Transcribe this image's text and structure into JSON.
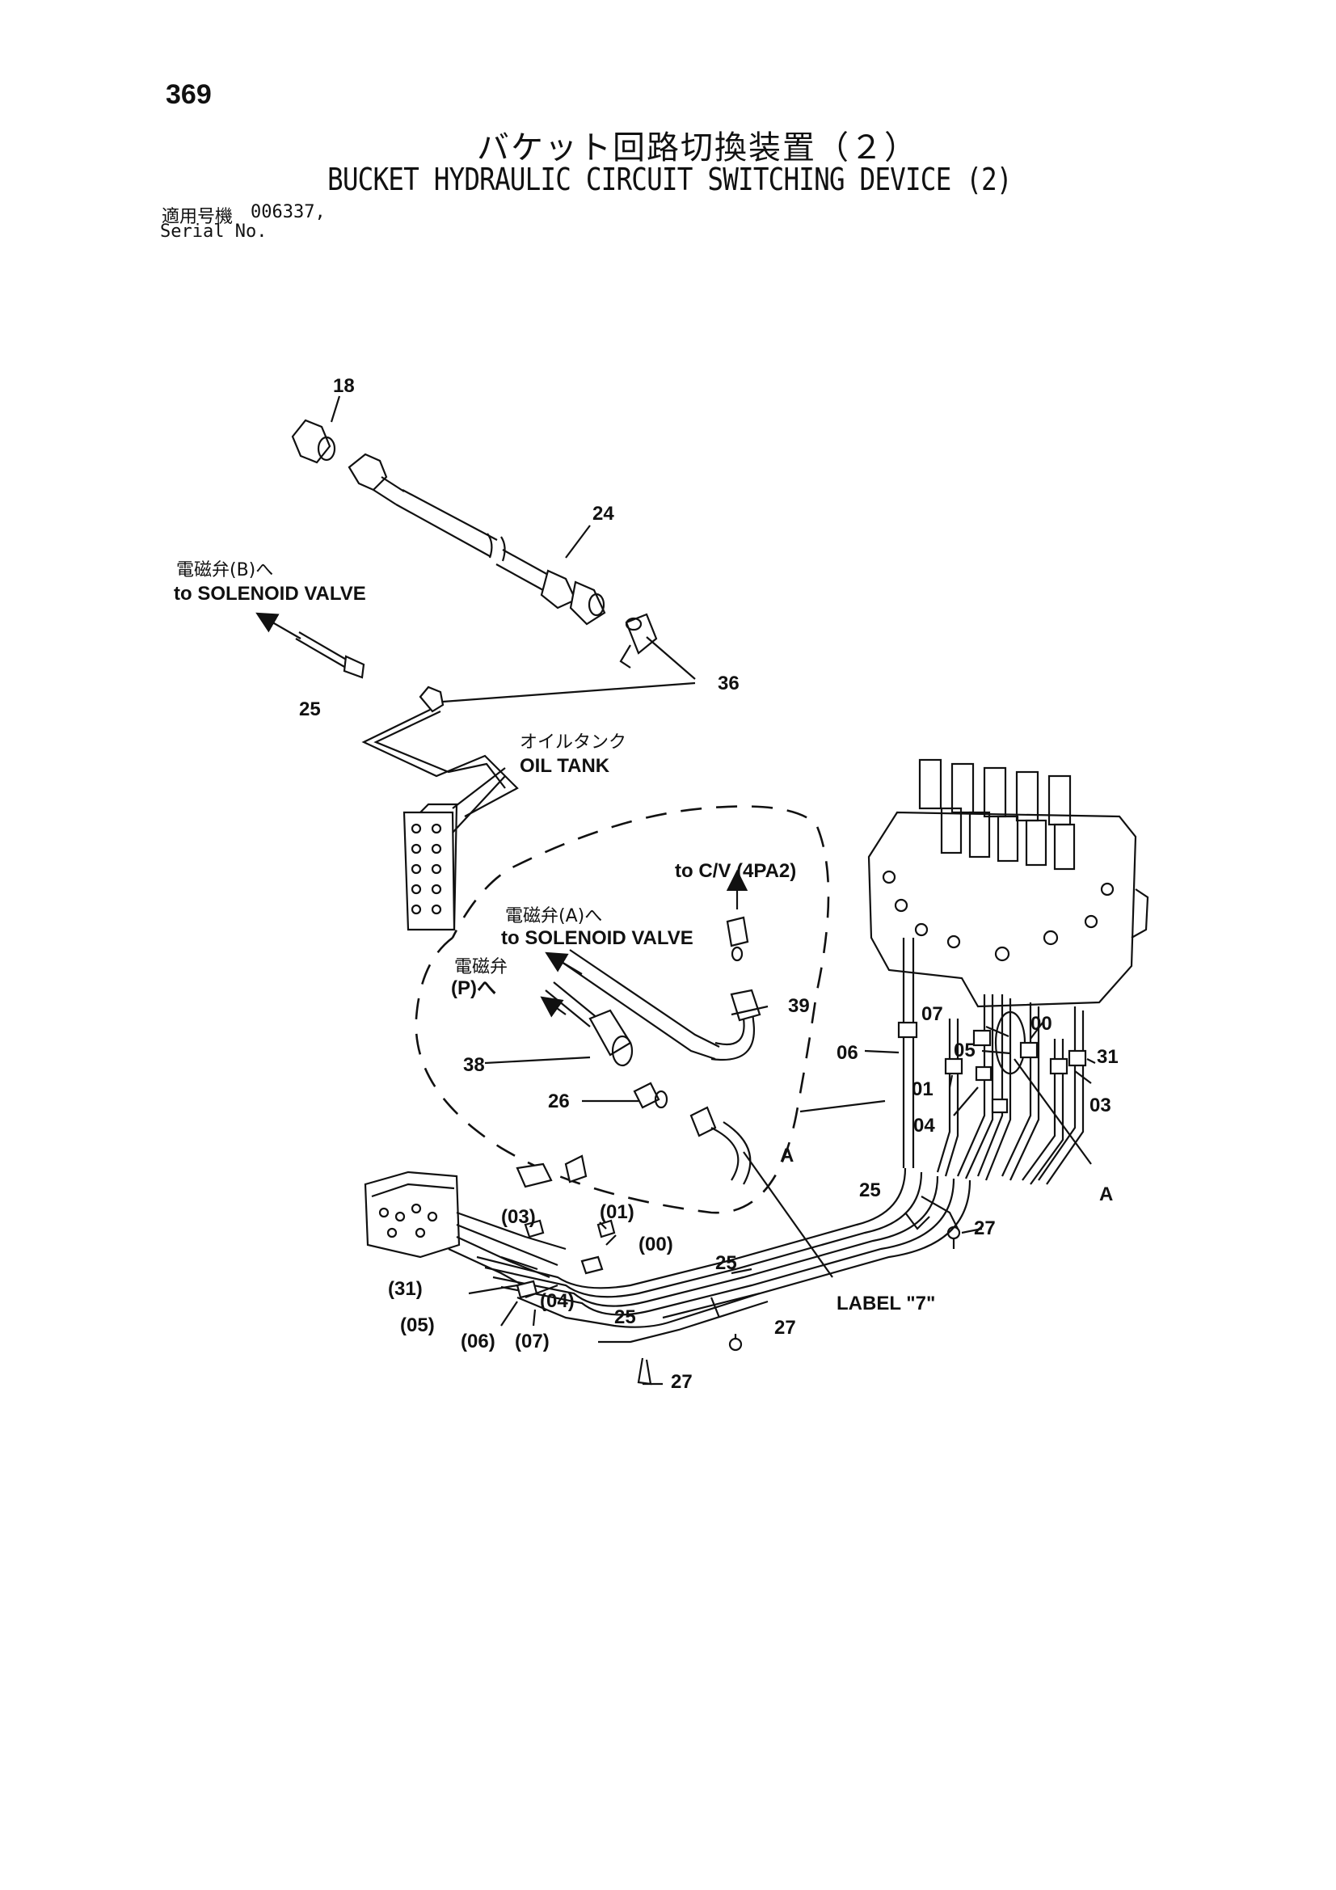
{
  "header": {
    "page_number": "369",
    "title_jp": "バケット回路切換装置（２）",
    "title_en": "BUCKET HYDRAULIC CIRCUIT SWITCHING DEVICE (2)",
    "serial_label_jp": "適用号機",
    "serial_label_en": "Serial No.",
    "serial_value": "006337,"
  },
  "notes": {
    "solenoid_b_jp": "電磁弁(B)へ",
    "solenoid_b_en": "to SOLENOID VALVE",
    "oil_tank_jp": "オイルタンク",
    "oil_tank_en": "OIL TANK",
    "cv_port": "to C/V (4PA2)",
    "solenoid_a_jp": "電磁弁(A)へ",
    "solenoid_a_en": "to SOLENOID VALVE",
    "solenoid_p_jp1": "電磁弁",
    "solenoid_p_jp2": "(P)へ",
    "label_7": "LABEL \"7\""
  },
  "callouts": {
    "c18": "18",
    "c24": "24",
    "c36": "36",
    "c25a": "25",
    "c39": "39",
    "c38": "38",
    "c26": "26",
    "cA1": "A",
    "c07": "07",
    "c05": "05",
    "c00": "00",
    "c31": "31",
    "c06": "06",
    "c01": "01",
    "c03": "03",
    "c04": "04",
    "cA2": "A",
    "c25b": "25",
    "c27a": "27",
    "p01": "(01)",
    "p03": "(03)",
    "p00": "(00)",
    "c25c": "25",
    "p31": "(31)",
    "p04": "(04)",
    "c25d": "25",
    "p05": "(05)",
    "p06": "(06)",
    "p07": "(07)",
    "c27b": "27",
    "c27c": "27"
  }
}
